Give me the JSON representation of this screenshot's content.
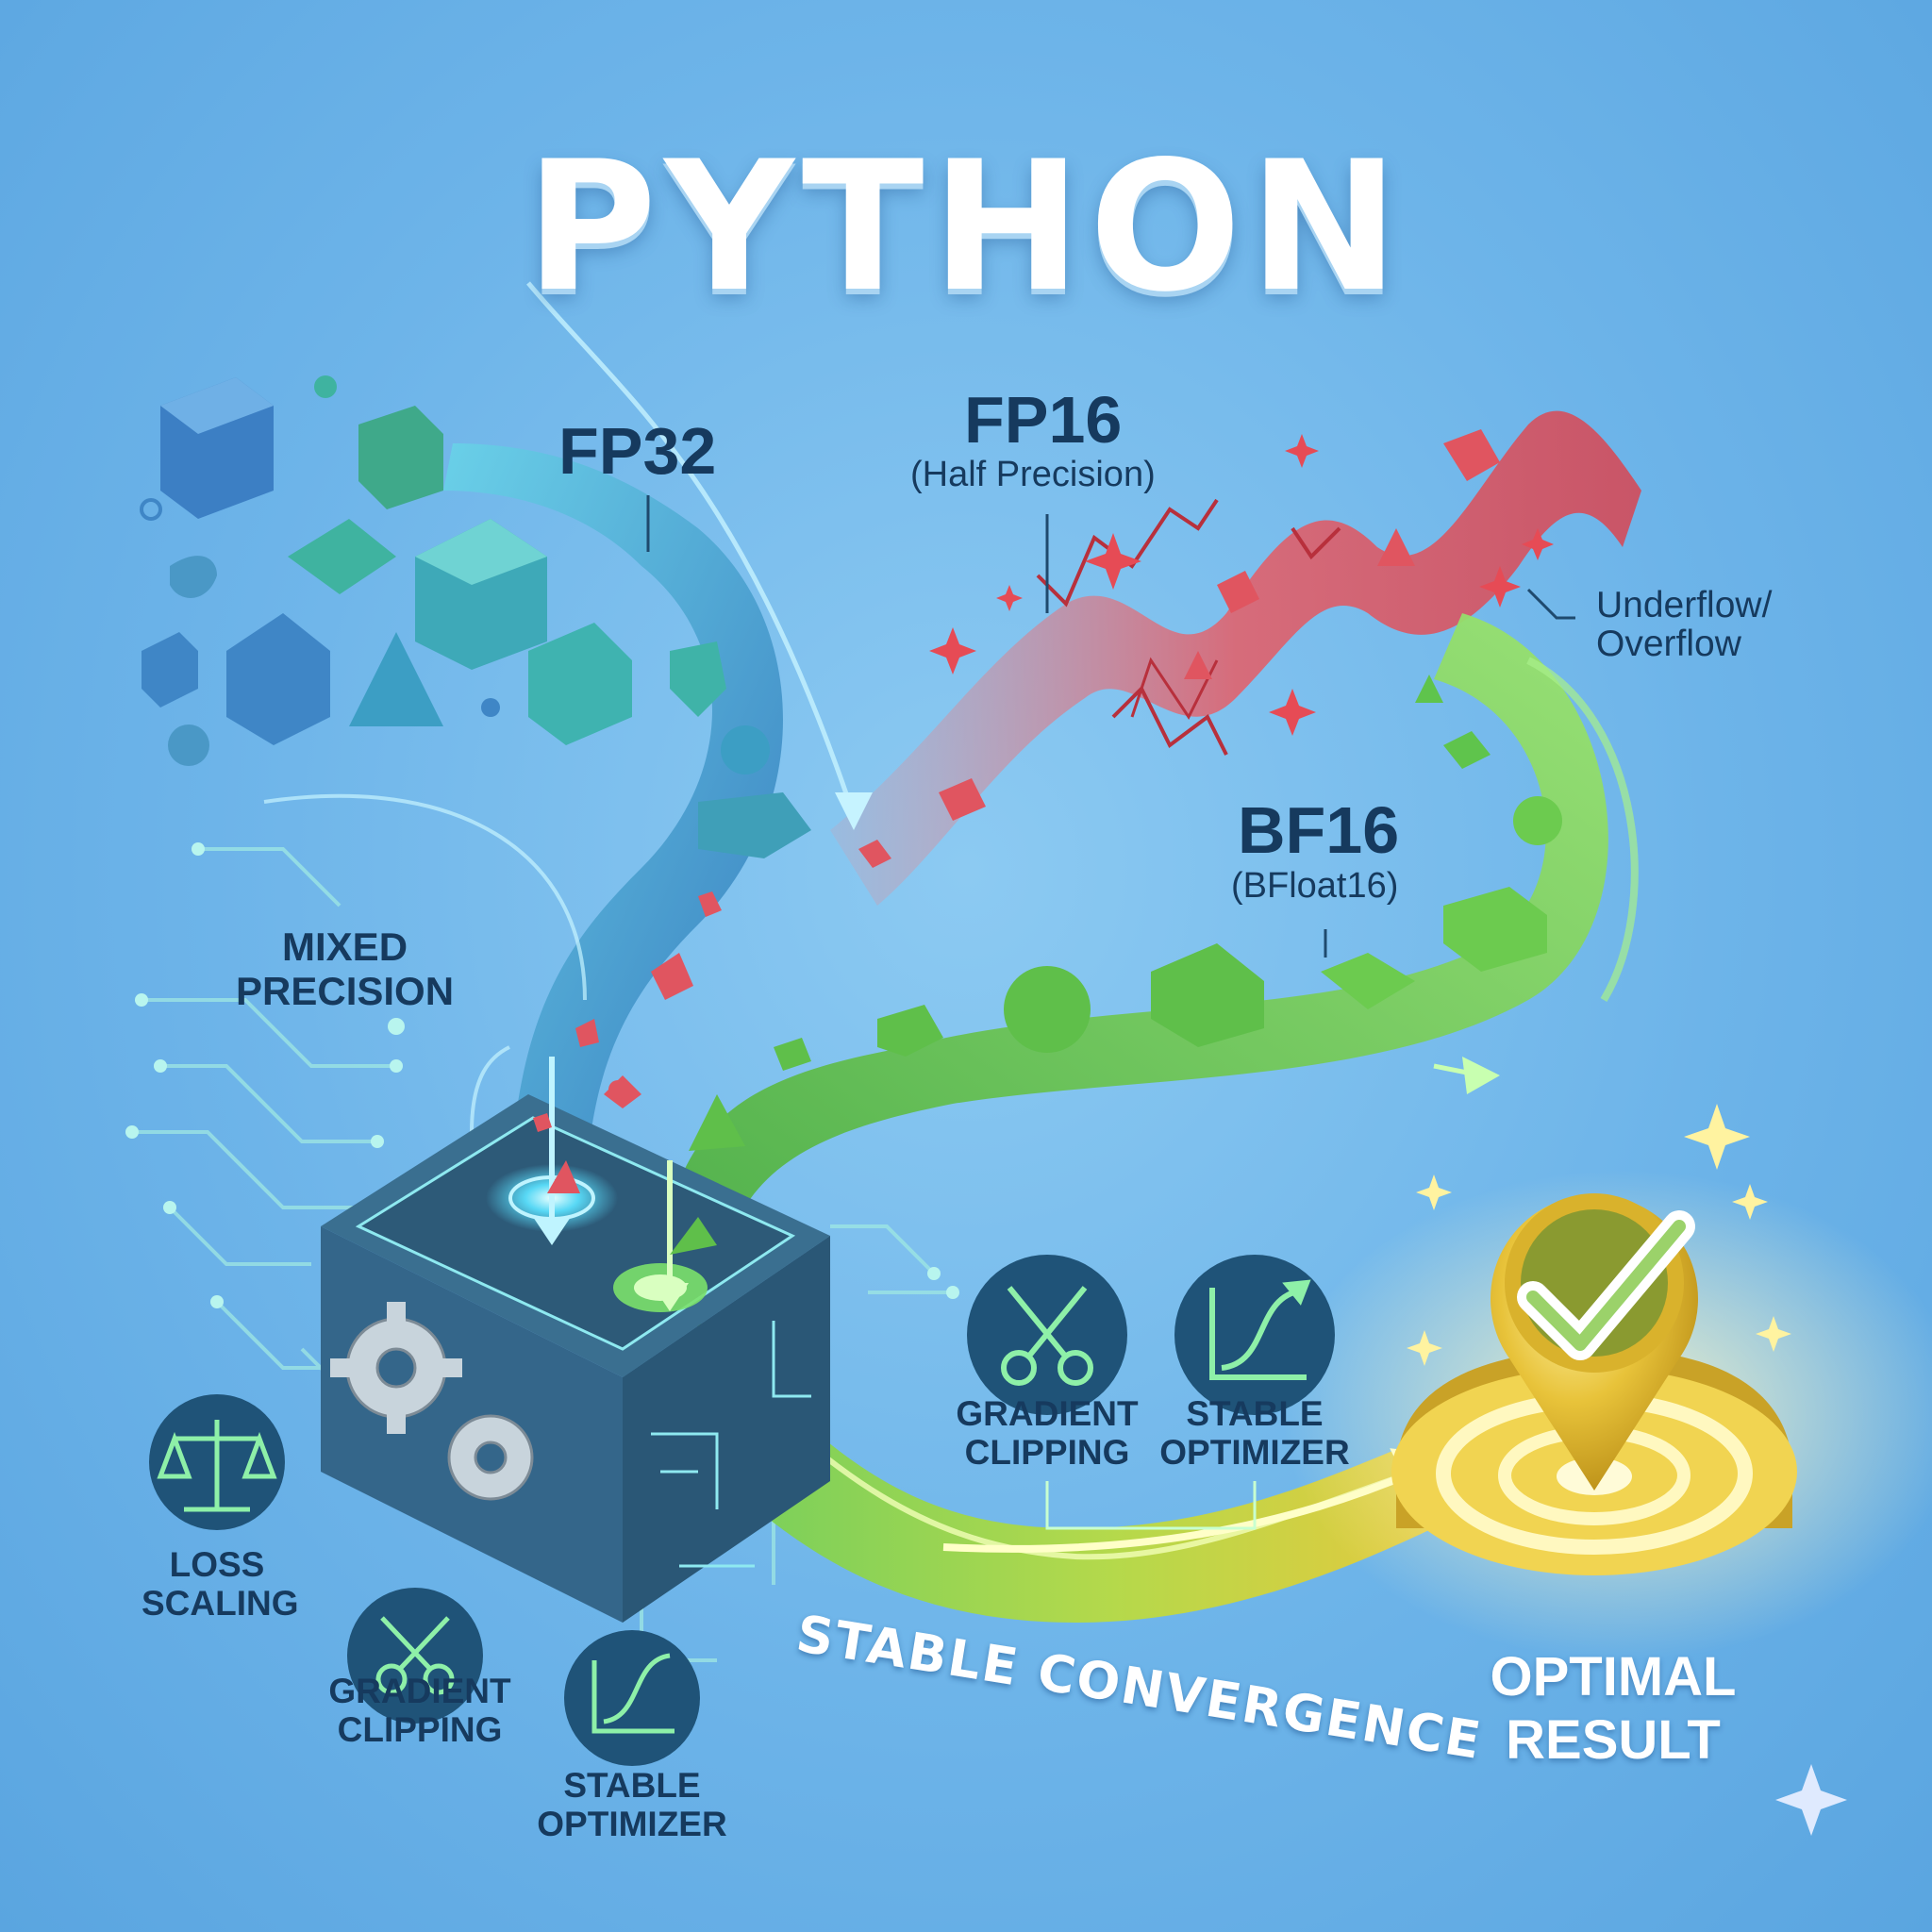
{
  "title": "PYTHON",
  "labels": {
    "fp32": "FP32",
    "fp16": "FP16",
    "fp16_sub": "(Half Precision)",
    "bf16": "BF16",
    "bf16_sub": "(BFloat16)",
    "underflow_line1": "Underflow/",
    "underflow_line2": "Overflow",
    "mixed_line1": "MIXED",
    "mixed_line2": "PRECISION",
    "loss_line1": "LOSS",
    "loss_line2": "SCALING",
    "grad_left_line1": "GRADIENT",
    "grad_left_line2": "CLIPPING",
    "stable_left_line1": "STABLE",
    "stable_left_line2": "OPTIMIZER",
    "grad_right_line1": "GRADIENT",
    "grad_right_line2": "CLIPPING",
    "stable_right_line1": "STABLE",
    "stable_right_line2": "OPTIMIZER",
    "stable_convergence": "STABLE CONVERGENCE",
    "optimal_line1": "OPTIMAL",
    "optimal_line2": "RESULT"
  },
  "icons": [
    "balance-scale-icon",
    "scissors-icon",
    "growth-curve-icon",
    "gear-icon",
    "checkmark-icon",
    "sparkle-icon"
  ],
  "colors": {
    "background": "#6fb6ea",
    "fp32_stream": "#4fc3d9",
    "fp16_stream": "#e0575f",
    "bf16_stream": "#7ccf5a",
    "optimal_gold": "#e6c23a",
    "icon_circle": "#1f5378",
    "text_dark": "#163a5e"
  }
}
